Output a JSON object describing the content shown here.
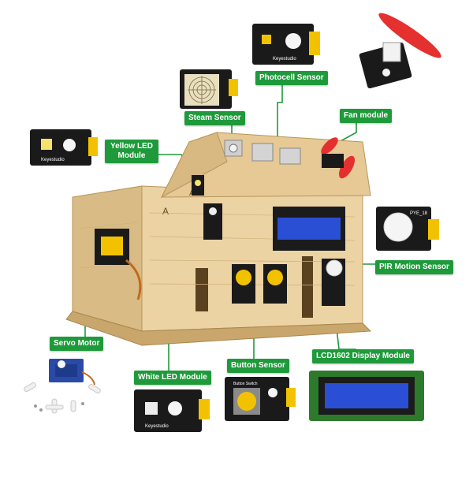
{
  "colors": {
    "label_bg": "#1f9a3b",
    "label_text": "#ffffff",
    "leader_line": "#1f9a3b",
    "wood": "#e8cfa0",
    "pcb_black": "#1a1a1a",
    "lcd_blue": "#2a4fd4",
    "button_yellow": "#f2c200",
    "fan_red": "#e53030",
    "servo_blue": "#2b4aa8"
  },
  "labels": {
    "photocell": "Photocell Sensor",
    "steam": "Steam Sensor",
    "fan": "Fan module",
    "yellow_led": "Yellow LED Module",
    "pir": "PIR Motion Sensor",
    "servo": "Servo Motor",
    "white_led": "White LED Module",
    "button": "Button Sensor",
    "lcd": "LCD1602 Display Module"
  },
  "board_text": {
    "brand": "Keyestudio",
    "button_switch": "Button Switch",
    "pir_model": "PYE_18"
  },
  "house_letter": "A"
}
